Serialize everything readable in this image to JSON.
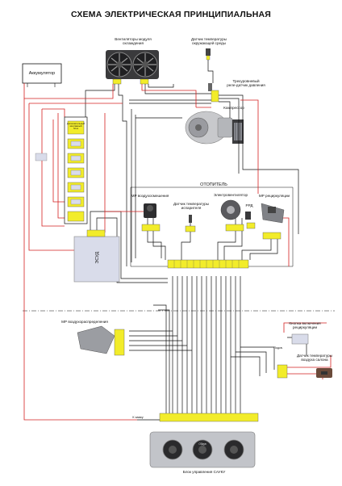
{
  "title": "СХЕМА ЭЛЕКТРИЧЕСКАЯ ПРИНЦИПИАЛЬНАЯ",
  "labels": {
    "fans": "Вентиляторы модуля\nохлаждения",
    "ambient_sensor": "Датчик температуры\nокружающей среды",
    "battery": "Аккумулятор",
    "pressure_relay": "Трехуровневый\nреле-датчик давления",
    "compressor": "Компрессор",
    "heater": "ОТОПИТЕЛЬ",
    "mixing_damper": "МР воздухосмешения",
    "evap_sensor": "Датчик температуры\nиспарителя",
    "blower": "Электровентилятор",
    "rpd": "РРД",
    "recirc_damper": "МР рециркуляции",
    "ecu": "ЭСУД",
    "distribution_damper": "МР воздухораспределения",
    "recirc_button": "Кнопка включения\nрециркуляции",
    "cabin_sensor": "Датчик температуры\nвоздуха салона",
    "control_unit": "Блок управления САУКУ",
    "relay_block": "Дополнительный\nмонтажный\nблок",
    "backlight": "Подсв.",
    "ign": "К замку",
    "panel_mid": "Обдув"
  },
  "colors": {
    "wire_black": "#111111",
    "wire_red": "#d42020",
    "connector": "#f2ec2a",
    "box_fill": "#d9dcea"
  },
  "icons": [
    "fan-module-icon",
    "temperature-sensor-icon",
    "compressor-icon",
    "blower-motor-icon",
    "damper-actuator-icon",
    "control-knob-icon"
  ]
}
